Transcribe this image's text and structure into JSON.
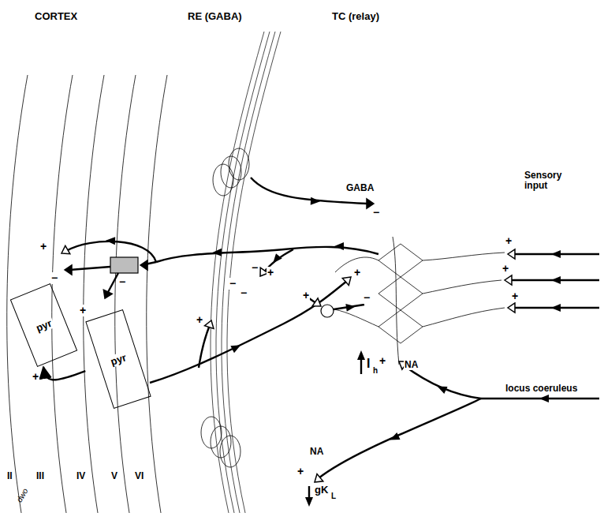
{
  "diagram": {
    "nodes": [
      {
        "text": [
          "pyr"
        ]
      },
      {
        "text": [
          "pyr"
        ]
      }
    ],
    "edges": [
      {
        "from": 1,
        "to": 0,
        "arrow": "to"
      }
    ],
    "labels": [
      "CORTEX",
      "RE (GABA)",
      "TC (relay)",
      "Sensory input",
      "GABA",
      "−",
      "+",
      "+",
      "+",
      "+",
      "+",
      "−",
      "−",
      "−",
      "−",
      "+",
      "+",
      "+",
      "−",
      "−",
      "+",
      "+",
      "I",
      "h",
      "+",
      "NA",
      "locus coeruleus",
      "NA",
      "+",
      "gK",
      "L",
      "II",
      "III",
      "IV",
      "V",
      "VI",
      "dwo"
    ]
  }
}
